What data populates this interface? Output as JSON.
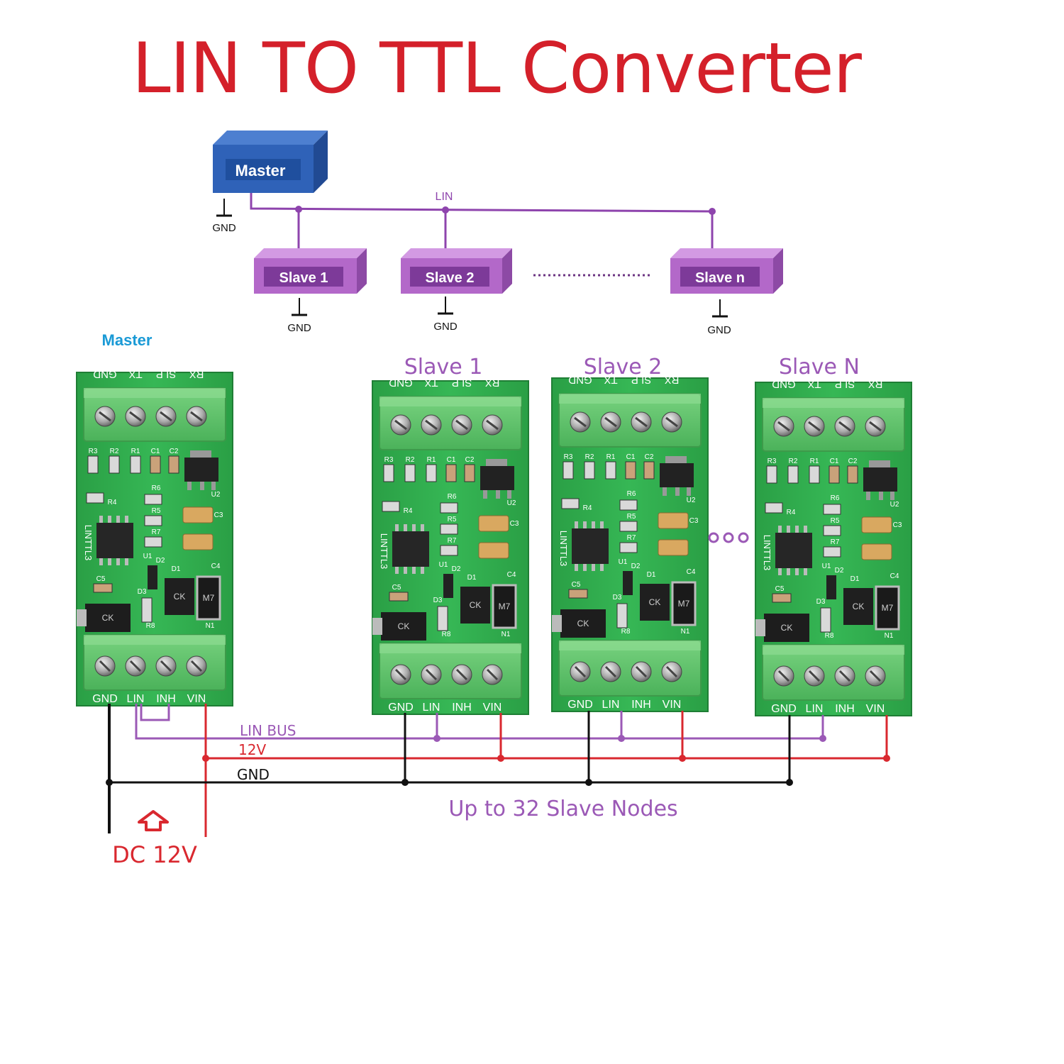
{
  "title": "LIN TO TTL Converter",
  "topology": {
    "master_label": "Master",
    "bus_label": "LIN",
    "gnd_label": "GND",
    "slaves": [
      "Slave 1",
      "Slave 2",
      "Slave n"
    ]
  },
  "boards": {
    "master_caption": "Master",
    "slave_captions": [
      "Slave 1",
      "Slave 2",
      "Slave N"
    ],
    "top_pins": [
      "GND",
      "TX",
      "SLP",
      "RX"
    ],
    "bottom_pins": [
      "GND",
      "LIN",
      "INH",
      "VIN"
    ],
    "silkscreen_model": "LINTTL3",
    "component_labels": [
      "R3",
      "R2",
      "R1",
      "C1",
      "C2",
      "U2",
      "C3",
      "R4",
      "R6",
      "R5",
      "R7",
      "U1",
      "D1",
      "C4",
      "D2",
      "D3",
      "C5",
      "R8",
      "N1"
    ],
    "chip_markings": [
      "CK",
      "M7"
    ]
  },
  "wiring": {
    "lin_bus_label": "LIN BUS",
    "v12_label": "12V",
    "gnd_label": "GND",
    "nodes_note": "Up to 32 Slave Nodes",
    "power_label": "DC 12V"
  },
  "colors": {
    "title_red": "#d4202a",
    "lin_purple": "#9b59b6",
    "power_red": "#d9282f",
    "ground_black": "#111111",
    "master_caption_blue": "#1a9ad6",
    "slave_caption_purple": "#9b59b6",
    "pcb_green": "#2fae4e",
    "terminal_green": "#5cc26a",
    "master_box_blue": "#2f62b8",
    "slave_box_purple": "#b368c9"
  }
}
